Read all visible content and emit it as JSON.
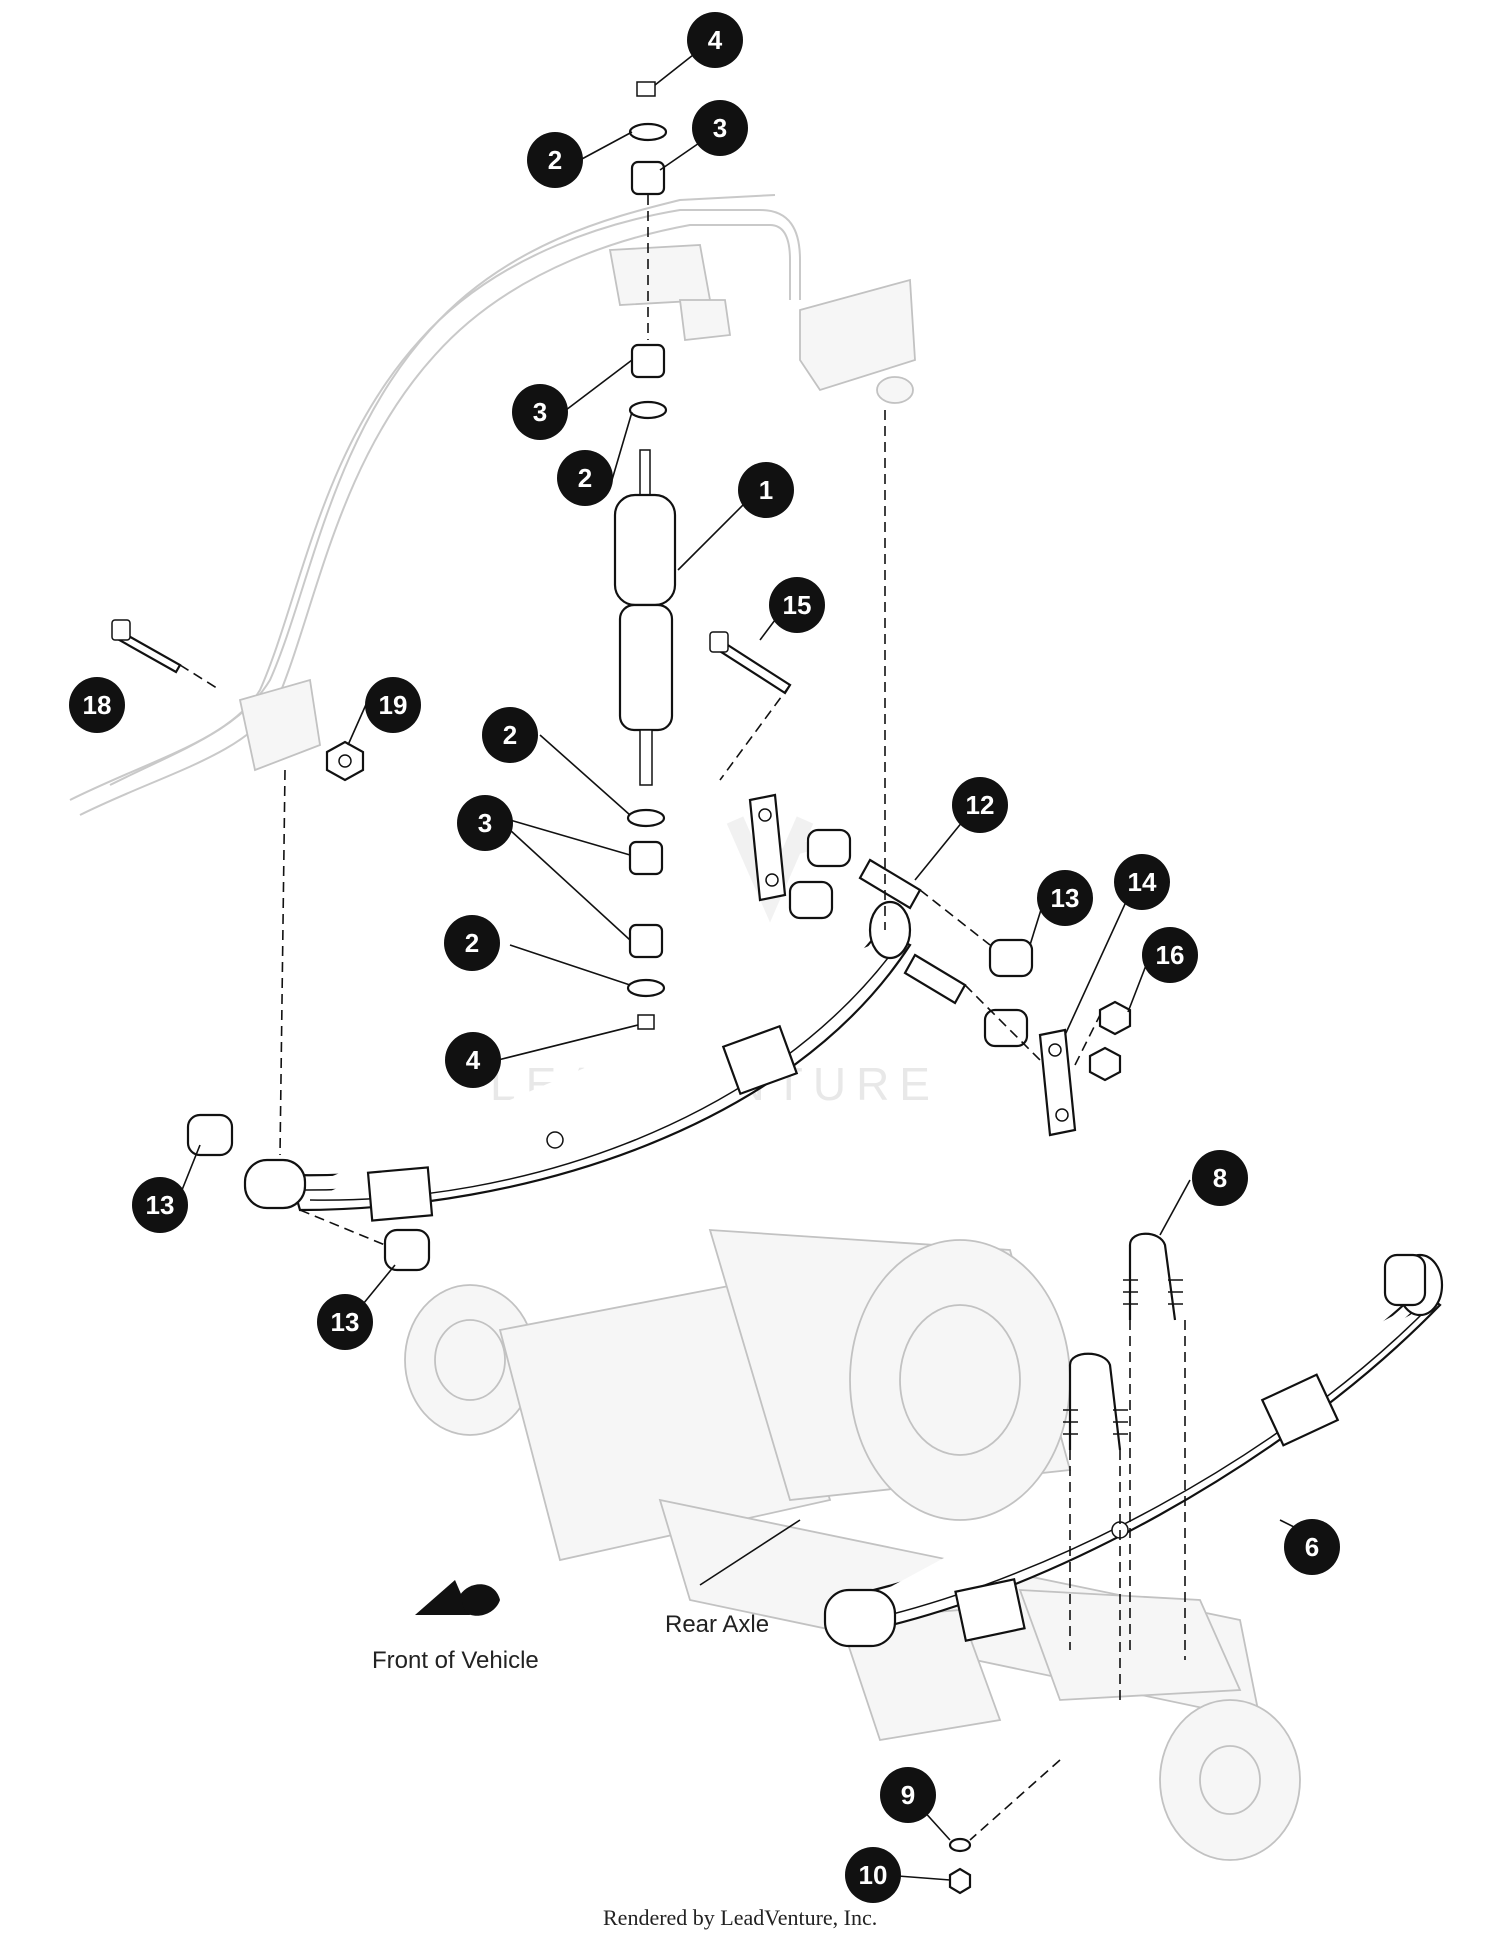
{
  "callouts": [
    {
      "id": "4"
    },
    {
      "id": "2"
    },
    {
      "id": "3"
    },
    {
      "id": "3"
    },
    {
      "id": "2"
    },
    {
      "id": "1"
    },
    {
      "id": "15"
    },
    {
      "id": "18"
    },
    {
      "id": "19"
    },
    {
      "id": "2"
    },
    {
      "id": "3"
    },
    {
      "id": "2"
    },
    {
      "id": "4"
    },
    {
      "id": "12"
    },
    {
      "id": "13"
    },
    {
      "id": "14"
    },
    {
      "id": "16"
    },
    {
      "id": "13"
    },
    {
      "id": "13"
    },
    {
      "id": "8"
    },
    {
      "id": "6"
    },
    {
      "id": "9"
    },
    {
      "id": "10"
    }
  ],
  "labels": {
    "rear_axle": "Rear Axle",
    "front_of_vehicle": "Front of Vehicle",
    "credit": "Rendered by LeadVenture, Inc.",
    "watermark": "LEADVENTURE"
  },
  "colors": {
    "ink": "#111111",
    "ghost": "#c9c9c9",
    "watermark": "#e8e8e8"
  }
}
